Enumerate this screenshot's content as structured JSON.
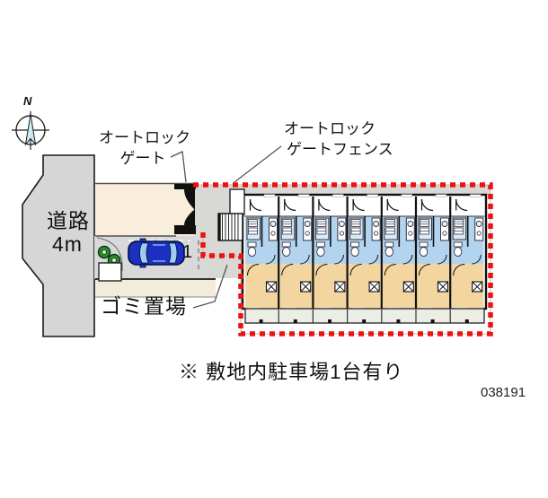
{
  "compass": {
    "north": "N"
  },
  "road": {
    "name": "道路",
    "width": "4m"
  },
  "gate_label": {
    "line1": "オートロック",
    "line2": "ゲート"
  },
  "fence_label": {
    "line1": "オートロック",
    "line2": "ゲートフェンス"
  },
  "garbage_label": "ゴミ置場",
  "parking": {
    "space_number": "1",
    "note": "※ 敷地内駐車場1台有り"
  },
  "plan_id": "038191",
  "building": {
    "units": 7
  },
  "colors": {
    "fence_red": "#ee1111",
    "road_gray": "#d6d6d6",
    "driveway_cream": "#f8eedb",
    "parking_gray": "#d9d9d9",
    "yard_gray": "#d8d8d4",
    "wet_blue": "#b3d4ee",
    "bath_blue": "#d9ebf8",
    "room_tan": "#f3d5a0",
    "balcony_gray": "#eceee6",
    "site_beige": "#f3ecd9",
    "car_blue": "#1c2fc0",
    "car_glass": "#9ecdee",
    "bush_green": "#2e8b2e",
    "compass_blue": "#cde9f5"
  }
}
